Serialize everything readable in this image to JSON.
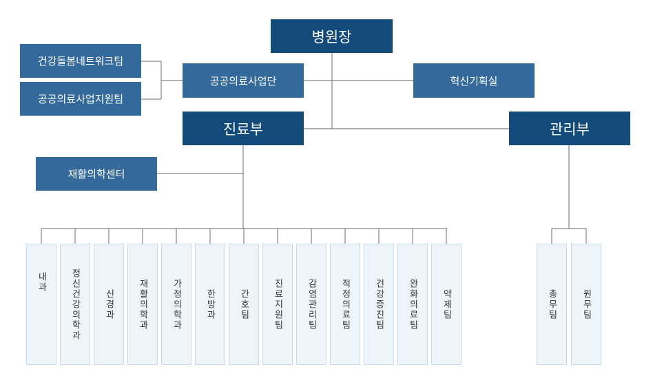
{
  "top": {
    "director": "병원장"
  },
  "side": {
    "care_network_team": "건강돌봄네트워크팀",
    "public_support_team": "공공의료사업지원팀",
    "public_division": "공공의료사업단",
    "innovation_office": "혁신기획실"
  },
  "divisions": {
    "medical": "진료부",
    "admin": "관리부"
  },
  "rehab_center": "재활의학센터",
  "medical_depts": [
    "내과",
    "정신건강의학과",
    "신경과",
    "재활의학과",
    "가정의학과",
    "한방과",
    "간호팀",
    "진료지원팀",
    "감염관리팀",
    "적정의료팀",
    "건강증진팀",
    "완화의료팀",
    "약제팀"
  ],
  "admin_depts": [
    "총무팀",
    "원무팀"
  ],
  "colors": {
    "dark_box": "#124a7a",
    "mid_box": "#336a9b",
    "dept_fill": "#edf5fb",
    "dept_border": "#c6dcee",
    "line": "#6a6a6a"
  }
}
